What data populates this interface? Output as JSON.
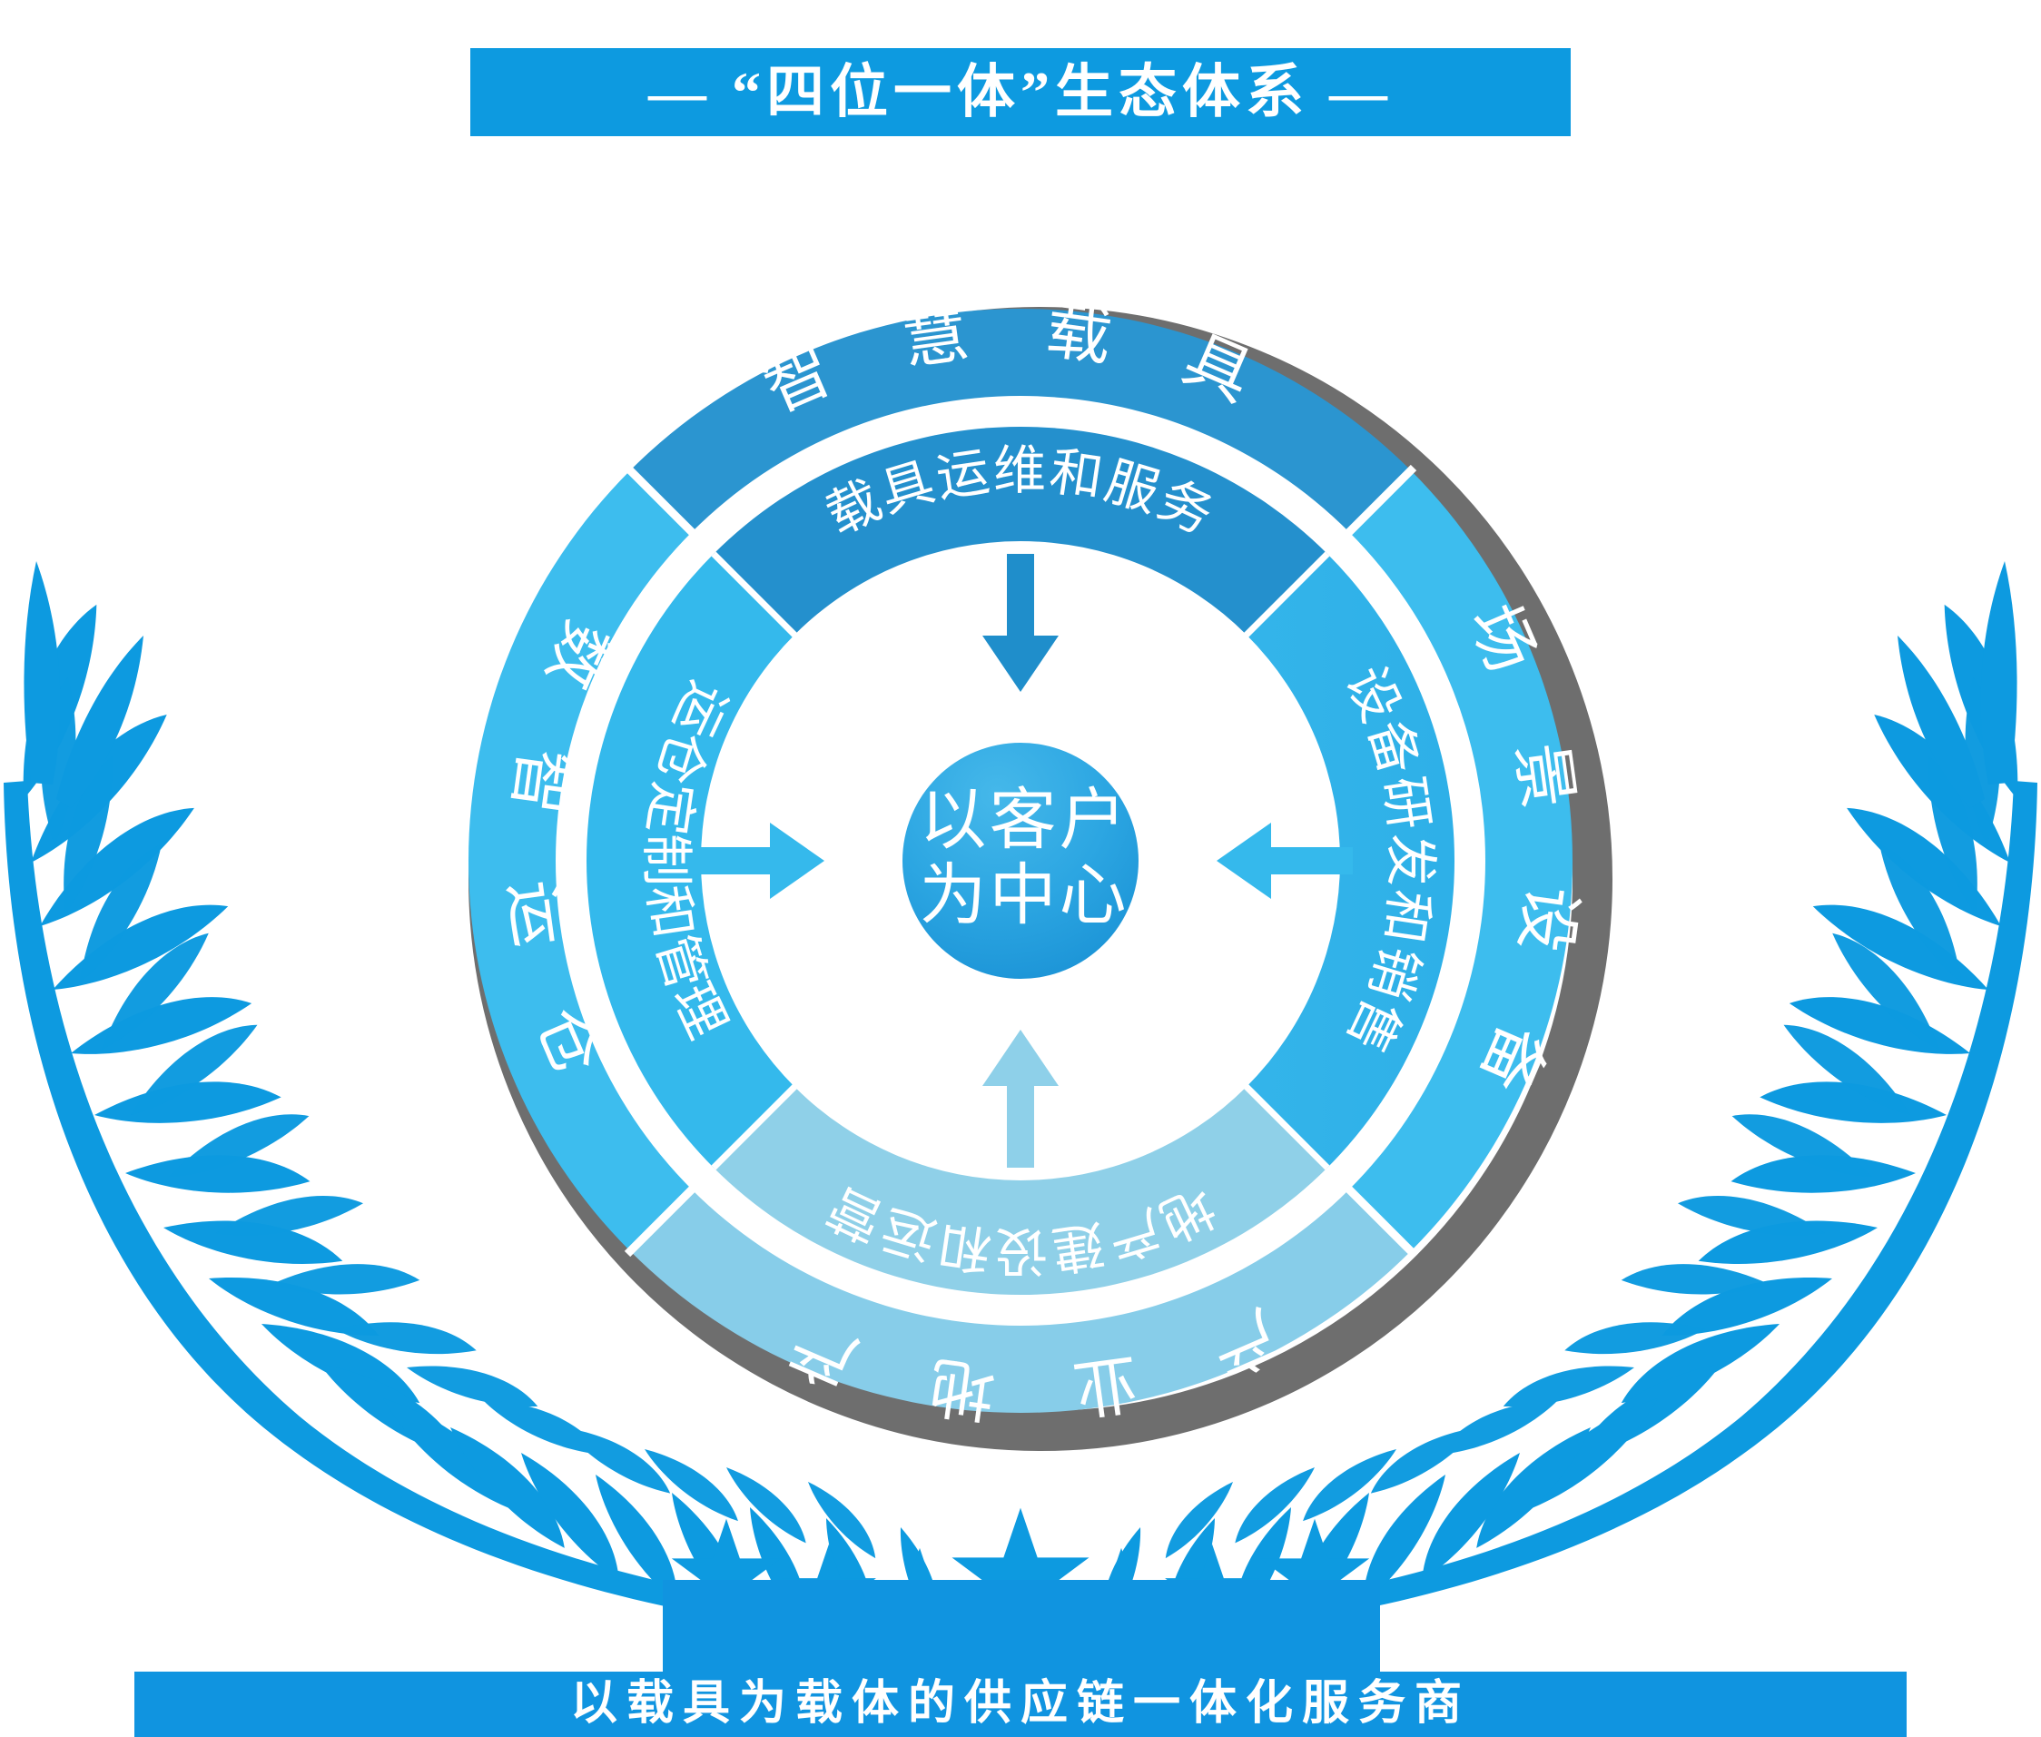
{
  "title_banner": {
    "text": "— “四位一体”生态体系 —",
    "color": "#0d9ae0"
  },
  "bottom_banner": {
    "text": "以载具为载体的供应链一体化服务商",
    "color": "#1094e0"
  },
  "center": {
    "line1": "以客户",
    "line2": "为中心",
    "color": "#29a8e0"
  },
  "outer_ring": {
    "segments": [
      {
        "label": "智 慧 载 具",
        "position": "top",
        "color": "#2b95d0"
      },
      {
        "label": "场 景 设 备",
        "position": "right",
        "color": "#3dbdee"
      },
      {
        "label": "产 业 地 产",
        "position": "bottom",
        "color": "#87cde9"
      },
      {
        "label": "数 智 运 仓",
        "position": "left",
        "color": "#3dbdee"
      }
    ],
    "shadow_color": "#6e6e6e"
  },
  "inner_ring": {
    "segments": [
      {
        "label": "载具运维和服务",
        "position": "top",
        "color": "#2490cd"
      },
      {
        "label": "设备研发和销售",
        "position": "right",
        "color": "#34b9ec"
      },
      {
        "label": "地产建设和运营",
        "position": "bottom",
        "color": "#8fd0e8"
      },
      {
        "label": "运仓定制和管理",
        "position": "left",
        "color": "#34b9ec"
      }
    ]
  },
  "arrows": {
    "count": 4,
    "directions": [
      "down",
      "left",
      "up",
      "right"
    ],
    "colors": {
      "top": "#1f8ecb",
      "right": "#35b9ec",
      "bottom": "#8ed0e9",
      "left": "#35b9ec"
    }
  },
  "decor": {
    "laurel_color": "#0d9ae0",
    "stars": {
      "count": 7,
      "color": "#0d9ae0"
    }
  },
  "palette": {
    "brand_blue": "#0d9ae0",
    "light_blue": "#3dbdee",
    "pale_blue": "#87cde9",
    "deep_blue": "#2490cd",
    "gray_shadow": "#6e6e6e",
    "white": "#ffffff"
  }
}
